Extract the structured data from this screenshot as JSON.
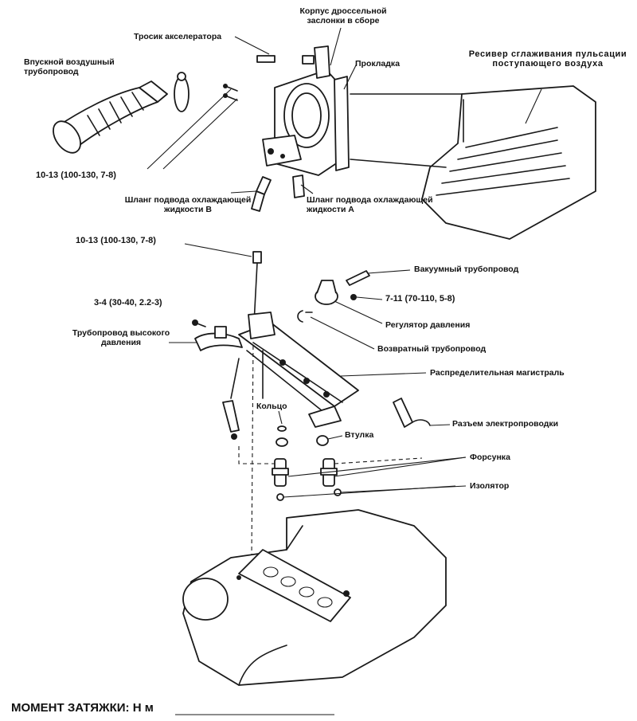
{
  "labels": {
    "throttle_body": "Корпус дроссельной заслонки в сборе",
    "accelerator_cable": "Тросик акселератора",
    "intake_air_duct": "Впускной воздушный трубопровод",
    "gasket": "Прокладка",
    "intake_plenum": "Ресивер сглаживания пульсации поступающего воздуха",
    "torque_top_left": "10-13 (100-130, 7-8)",
    "coolant_hose_b": "Шланг подвода охлаждающей жидкости В",
    "coolant_hose_a": "Шланг подвода охлаждающей жидкости А",
    "torque_mid_left": "10-13 (100-130, 7-8)",
    "vacuum_line": "Вакуумный трубопровод",
    "torque_small": "3-4 (30-40, 2.2-3)",
    "torque_regulator": "7-11 (70-110, 5-8)",
    "pressure_regulator": "Регулятор давления",
    "high_pressure_line": "Трубопровод высокого давления",
    "return_line": "Возвратный трубопровод",
    "fuel_rail": "Распределительная магистраль",
    "o_ring": "Кольцо",
    "bushing": "Втулка",
    "wiring_connector": "Разъем электропроводки",
    "injector": "Форсунка",
    "insulator": "Изолятор"
  },
  "footer": {
    "torque_units": "МОМЕНТ ЗАТЯЖКИ: Н м"
  }
}
